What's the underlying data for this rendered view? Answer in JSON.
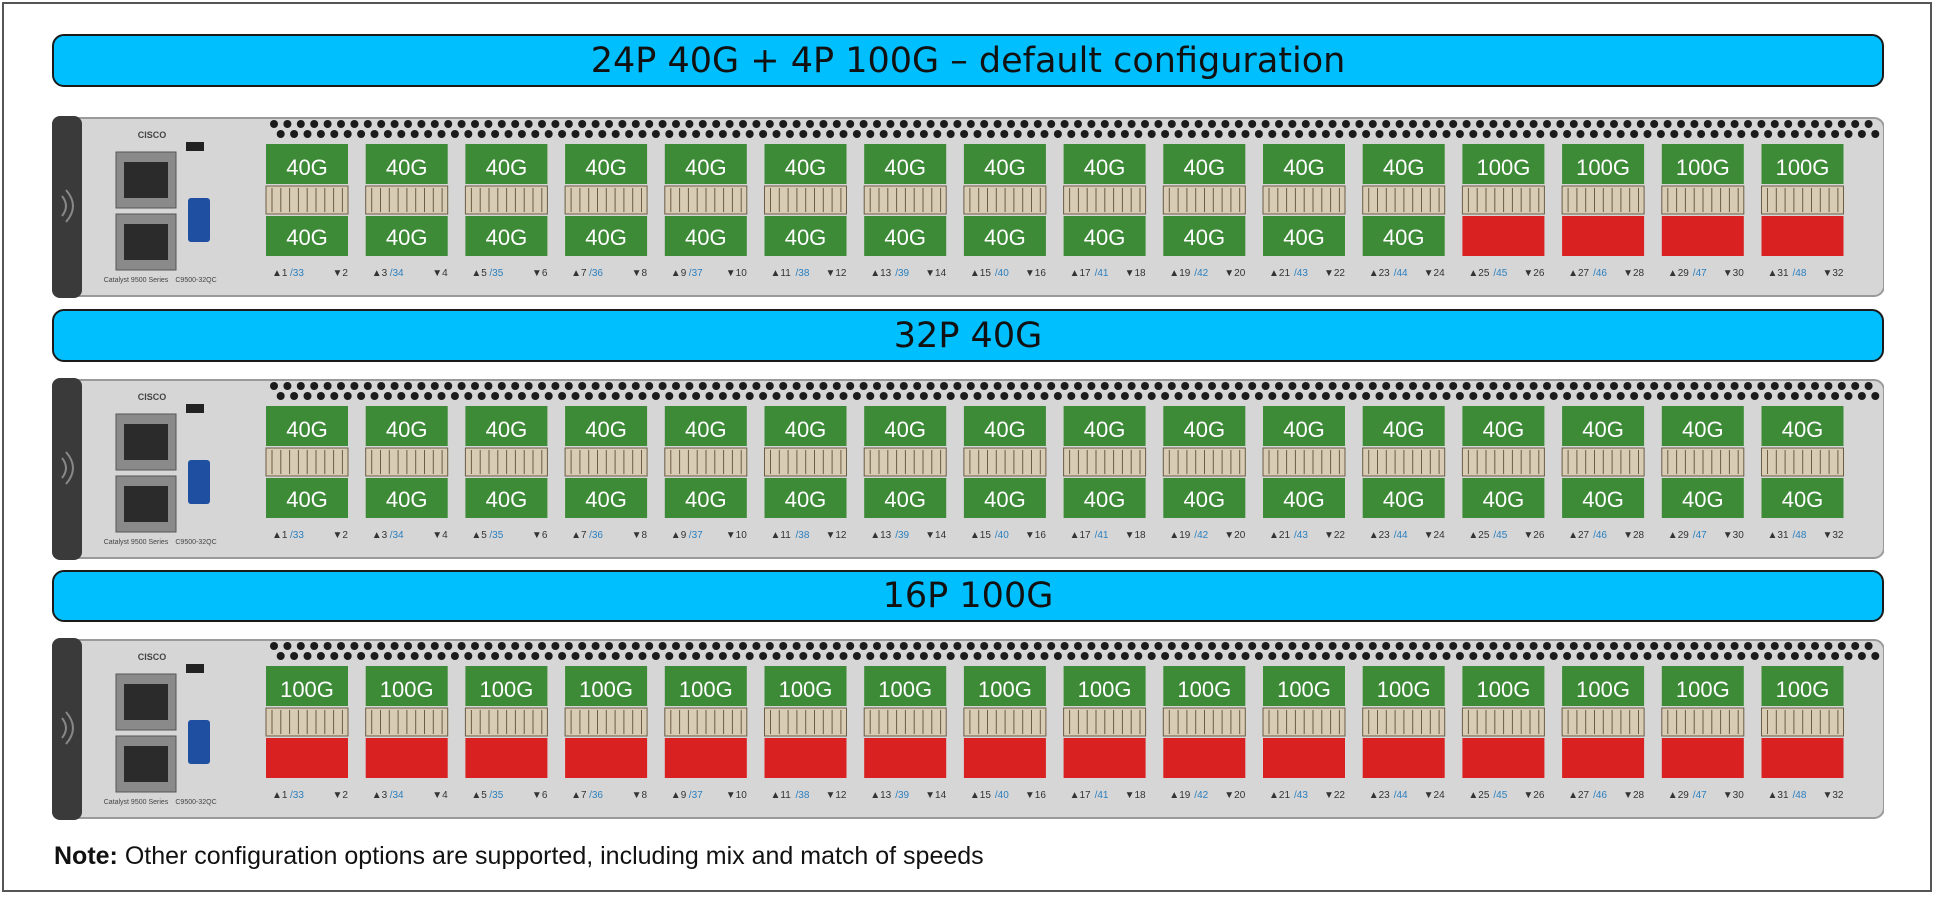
{
  "configs": [
    {
      "title": "24P 40G + 4P 100G – default configuration",
      "ports": [
        {
          "top": "40G",
          "bottom": "40G"
        },
        {
          "top": "40G",
          "bottom": "40G"
        },
        {
          "top": "40G",
          "bottom": "40G"
        },
        {
          "top": "40G",
          "bottom": "40G"
        },
        {
          "top": "40G",
          "bottom": "40G"
        },
        {
          "top": "40G",
          "bottom": "40G"
        },
        {
          "top": "40G",
          "bottom": "40G"
        },
        {
          "top": "40G",
          "bottom": "40G"
        },
        {
          "top": "40G",
          "bottom": "40G"
        },
        {
          "top": "40G",
          "bottom": "40G"
        },
        {
          "top": "40G",
          "bottom": "40G"
        },
        {
          "top": "40G",
          "bottom": "40G"
        },
        {
          "top": "100G",
          "bottom": ""
        },
        {
          "top": "100G",
          "bottom": ""
        },
        {
          "top": "100G",
          "bottom": ""
        },
        {
          "top": "100G",
          "bottom": ""
        }
      ]
    },
    {
      "title": "32P 40G",
      "ports": [
        {
          "top": "40G",
          "bottom": "40G"
        },
        {
          "top": "40G",
          "bottom": "40G"
        },
        {
          "top": "40G",
          "bottom": "40G"
        },
        {
          "top": "40G",
          "bottom": "40G"
        },
        {
          "top": "40G",
          "bottom": "40G"
        },
        {
          "top": "40G",
          "bottom": "40G"
        },
        {
          "top": "40G",
          "bottom": "40G"
        },
        {
          "top": "40G",
          "bottom": "40G"
        },
        {
          "top": "40G",
          "bottom": "40G"
        },
        {
          "top": "40G",
          "bottom": "40G"
        },
        {
          "top": "40G",
          "bottom": "40G"
        },
        {
          "top": "40G",
          "bottom": "40G"
        },
        {
          "top": "40G",
          "bottom": "40G"
        },
        {
          "top": "40G",
          "bottom": "40G"
        },
        {
          "top": "40G",
          "bottom": "40G"
        },
        {
          "top": "40G",
          "bottom": "40G"
        }
      ]
    },
    {
      "title": "16P 100G",
      "ports": [
        {
          "top": "100G",
          "bottom": ""
        },
        {
          "top": "100G",
          "bottom": ""
        },
        {
          "top": "100G",
          "bottom": ""
        },
        {
          "top": "100G",
          "bottom": ""
        },
        {
          "top": "100G",
          "bottom": ""
        },
        {
          "top": "100G",
          "bottom": ""
        },
        {
          "top": "100G",
          "bottom": ""
        },
        {
          "top": "100G",
          "bottom": ""
        },
        {
          "top": "100G",
          "bottom": ""
        },
        {
          "top": "100G",
          "bottom": ""
        },
        {
          "top": "100G",
          "bottom": ""
        },
        {
          "top": "100G",
          "bottom": ""
        },
        {
          "top": "100G",
          "bottom": ""
        },
        {
          "top": "100G",
          "bottom": ""
        },
        {
          "top": "100G",
          "bottom": ""
        },
        {
          "top": "100G",
          "bottom": ""
        }
      ]
    }
  ],
  "port_numbers": [
    {
      "up": "▲1",
      "alt": "/33",
      "down": "▼2"
    },
    {
      "up": "▲3",
      "alt": "/34",
      "down": "▼4"
    },
    {
      "up": "▲5",
      "alt": "/35",
      "down": "▼6"
    },
    {
      "up": "▲7",
      "alt": "/36",
      "down": "▼8"
    },
    {
      "up": "▲9",
      "alt": "/37",
      "down": "▼10"
    },
    {
      "up": "▲11",
      "alt": "/38",
      "down": "▼12"
    },
    {
      "up": "▲13",
      "alt": "/39",
      "down": "▼14"
    },
    {
      "up": "▲15",
      "alt": "/40",
      "down": "▼16"
    },
    {
      "up": "▲17",
      "alt": "/41",
      "down": "▼18"
    },
    {
      "up": "▲19",
      "alt": "/42",
      "down": "▼20"
    },
    {
      "up": "▲21",
      "alt": "/43",
      "down": "▼22"
    },
    {
      "up": "▲23",
      "alt": "/44",
      "down": "▼24"
    },
    {
      "up": "▲25",
      "alt": "/45",
      "down": "▼26"
    },
    {
      "up": "▲27",
      "alt": "/46",
      "down": "▼28"
    },
    {
      "up": "▲29",
      "alt": "/47",
      "down": "▼30"
    },
    {
      "up": "▲31",
      "alt": "/48",
      "down": "▼32"
    }
  ],
  "device": {
    "brand": "CISCO",
    "series": "Catalyst 9500 Series",
    "model": "C9500-32QC"
  },
  "note": {
    "label": "Note:",
    "text": " Other configuration options are supported, including mix and match of speeds"
  },
  "colors": {
    "banner": "#00bfff",
    "port_enabled": "#3d8b37",
    "port_disabled": "#d92121",
    "chassis": "#d6d6d6"
  }
}
